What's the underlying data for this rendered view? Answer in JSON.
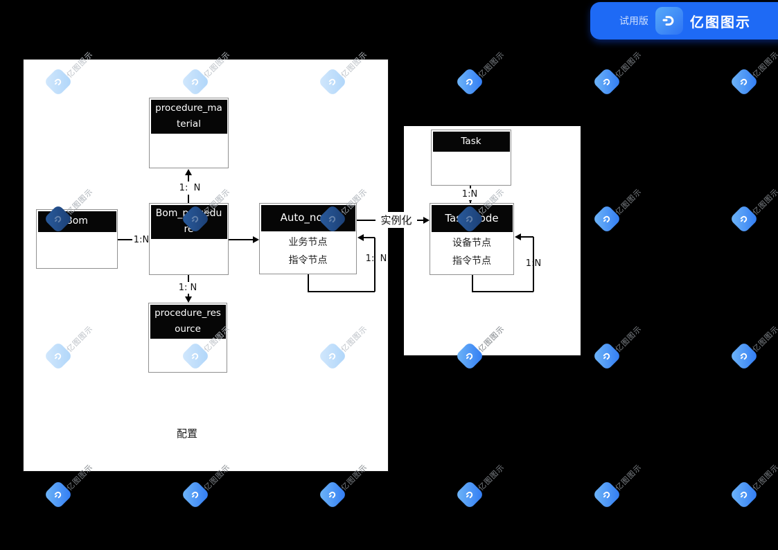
{
  "badge": {
    "trial_label": "试用版",
    "app_name": "亿图图示"
  },
  "watermark_text": "亿图图示",
  "config_region_label": "配置",
  "entities": [
    {
      "id": "procedure_material",
      "title": "procedure_ma\nterial",
      "body": ""
    },
    {
      "id": "bom",
      "title": "Bom",
      "body": ""
    },
    {
      "id": "bom_procedure",
      "title": "Bom_procedu\nre",
      "body": ""
    },
    {
      "id": "auto_node",
      "title": "Auto_node",
      "body": "业务节点\n指令节点"
    },
    {
      "id": "procedure_resource",
      "title": "procedure_res\nource",
      "body": ""
    },
    {
      "id": "task",
      "title": "Task",
      "body": ""
    },
    {
      "id": "task_node",
      "title": "Task_node",
      "body": "设备节点\n指令节点"
    }
  ],
  "relation_labels": [
    {
      "id": "bom_to_bom_procedure",
      "text": "1:N"
    },
    {
      "id": "bom_procedure_to_material",
      "text": "1:  N"
    },
    {
      "id": "bom_procedure_to_resource",
      "text": "1: N"
    },
    {
      "id": "auto_node_self",
      "text": "1:  N"
    },
    {
      "id": "instantiate",
      "text": "实例化"
    },
    {
      "id": "task_to_task_node",
      "text": "1:N"
    },
    {
      "id": "task_node_self",
      "text": "1:N"
    }
  ],
  "colors": {
    "page_background": "#000000",
    "container_fill": "#ffffff",
    "entity_header_fill": "#060606",
    "entity_border": "#8f8f8f",
    "badge_blue": "#1e6af5",
    "watermark_vivid_blue": "#2e79f3",
    "watermark_pale_blue": "#b8dbfb",
    "watermark_navy": "#1f4a87",
    "watermark_text_gray": "#7d8287"
  }
}
